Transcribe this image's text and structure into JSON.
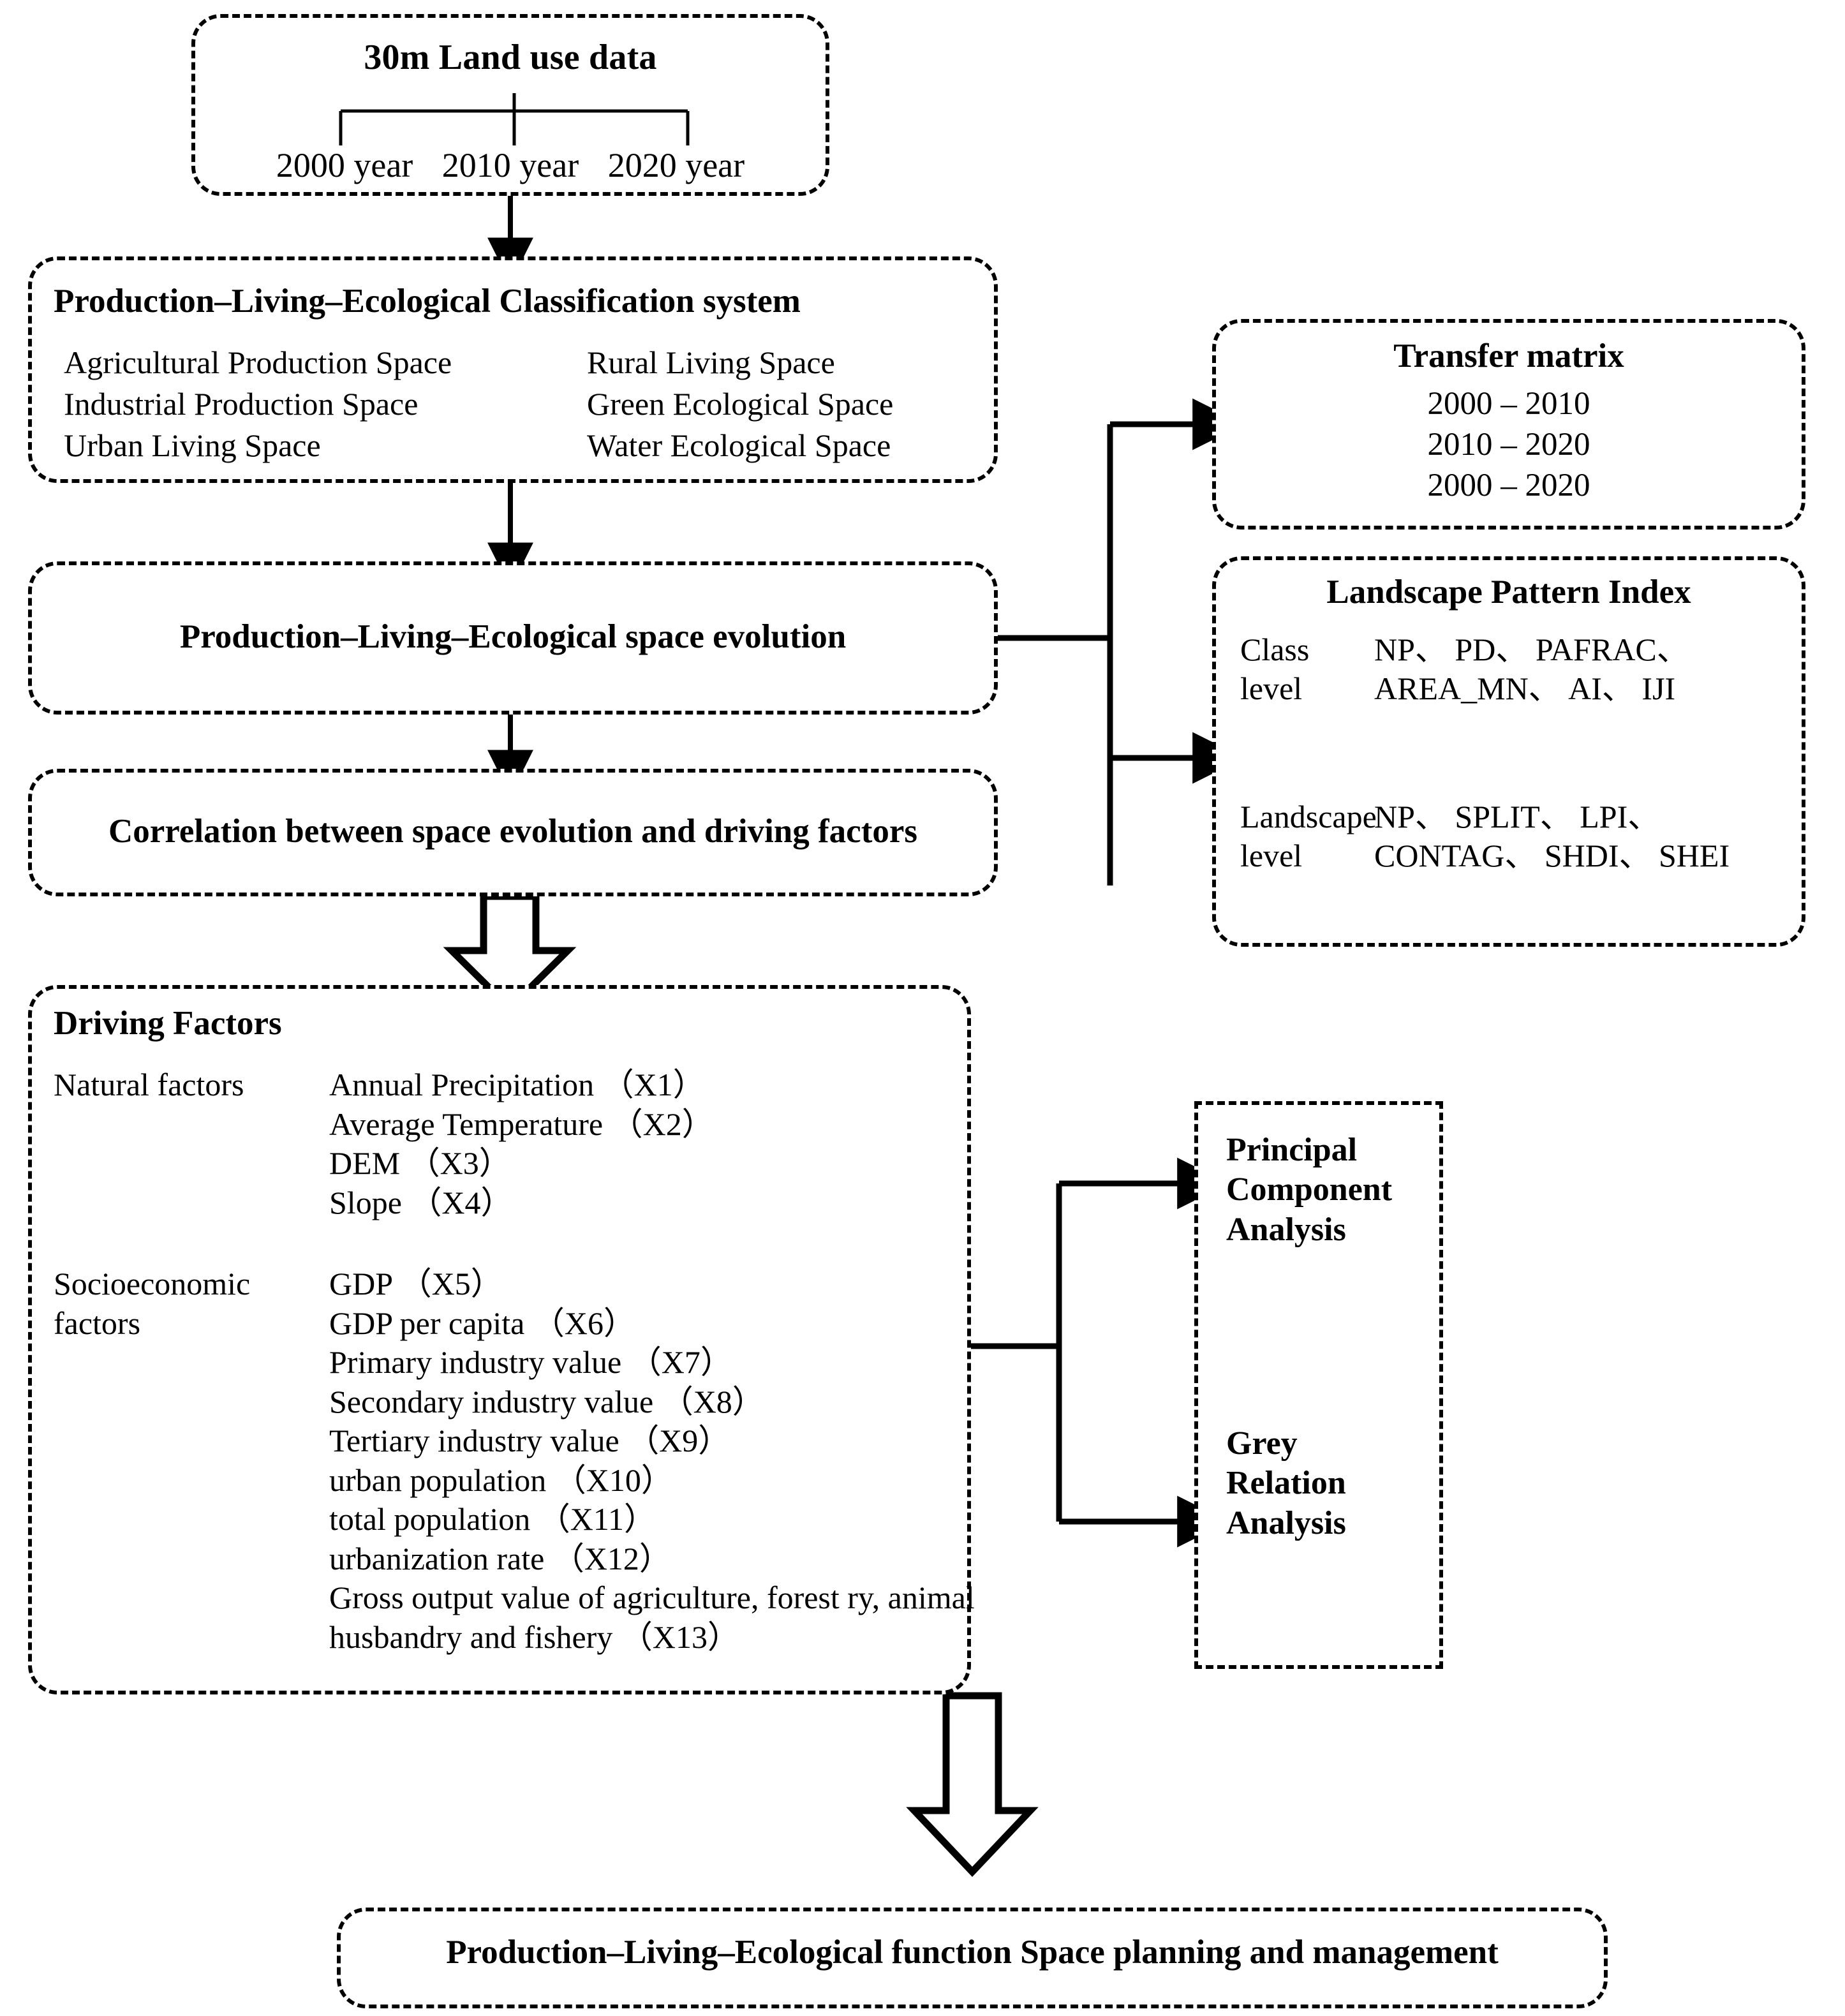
{
  "diagram": {
    "title_note": "Research framework flowchart"
  },
  "landuse": {
    "title": "30m Land use data",
    "years": [
      "2000 year",
      "2010 year",
      "2020 year"
    ]
  },
  "classification": {
    "title": "Production–Living–Ecological Classification system",
    "left_column": [
      "Agricultural Production Space",
      "Industrial Production Space",
      "Urban Living Space"
    ],
    "right_column": [
      "Rural Living Space",
      "Green Ecological Space",
      "Water Ecological Space"
    ]
  },
  "evolution": {
    "label": "Production–Living–Ecological space evolution"
  },
  "correlation": {
    "label": "Correlation between space evolution and driving factors"
  },
  "transfer_matrix": {
    "title": "Transfer matrix",
    "periods": [
      "2000 – 2010",
      "2010 – 2020",
      "2000 – 2020"
    ]
  },
  "landscape_pattern_index": {
    "title": "Landscape Pattern Index",
    "rows": [
      {
        "level_label": "Class level",
        "level_label_line2": "",
        "indices": "NP、 PD、 PAFRAC、 AREA_MN、 AI、 IJI"
      },
      {
        "level_label": "Landscape",
        "level_label_line2": "level",
        "indices": "NP、 SPLIT、 LPI、 CONTAG、 SHDI、 SHEI"
      }
    ]
  },
  "driving_factors": {
    "title": "Driving Factors",
    "groups": [
      {
        "name": "Natural factors",
        "name_line2": "",
        "items": [
          "Annual Precipitation （X1）",
          "Average  Temperature （X2）",
          "DEM （X3）",
          "Slope （X4）"
        ]
      },
      {
        "name": "Socioeconomic",
        "name_line2": "factors",
        "items": [
          "GDP （X5）",
          "GDP per capita （X6）",
          "Primary industry value （X7）",
          "Secondary industry value （X8）",
          "Tertiary industry value （X9）",
          "urban population （X10）",
          "total population （X11）",
          "urbanization rate （X12）",
          "Gross output value of agriculture, forest ry, animal husbandry and fishery （X13）"
        ]
      }
    ]
  },
  "analysis_methods": {
    "items": [
      "Principal\nComponent\nAnalysis",
      "Grey\nRelation\nAnalysis"
    ]
  },
  "result": {
    "label": "Production–Living–Ecological function Space planning and management"
  },
  "colors": {
    "ink": "#000000",
    "paper": "#ffffff"
  }
}
